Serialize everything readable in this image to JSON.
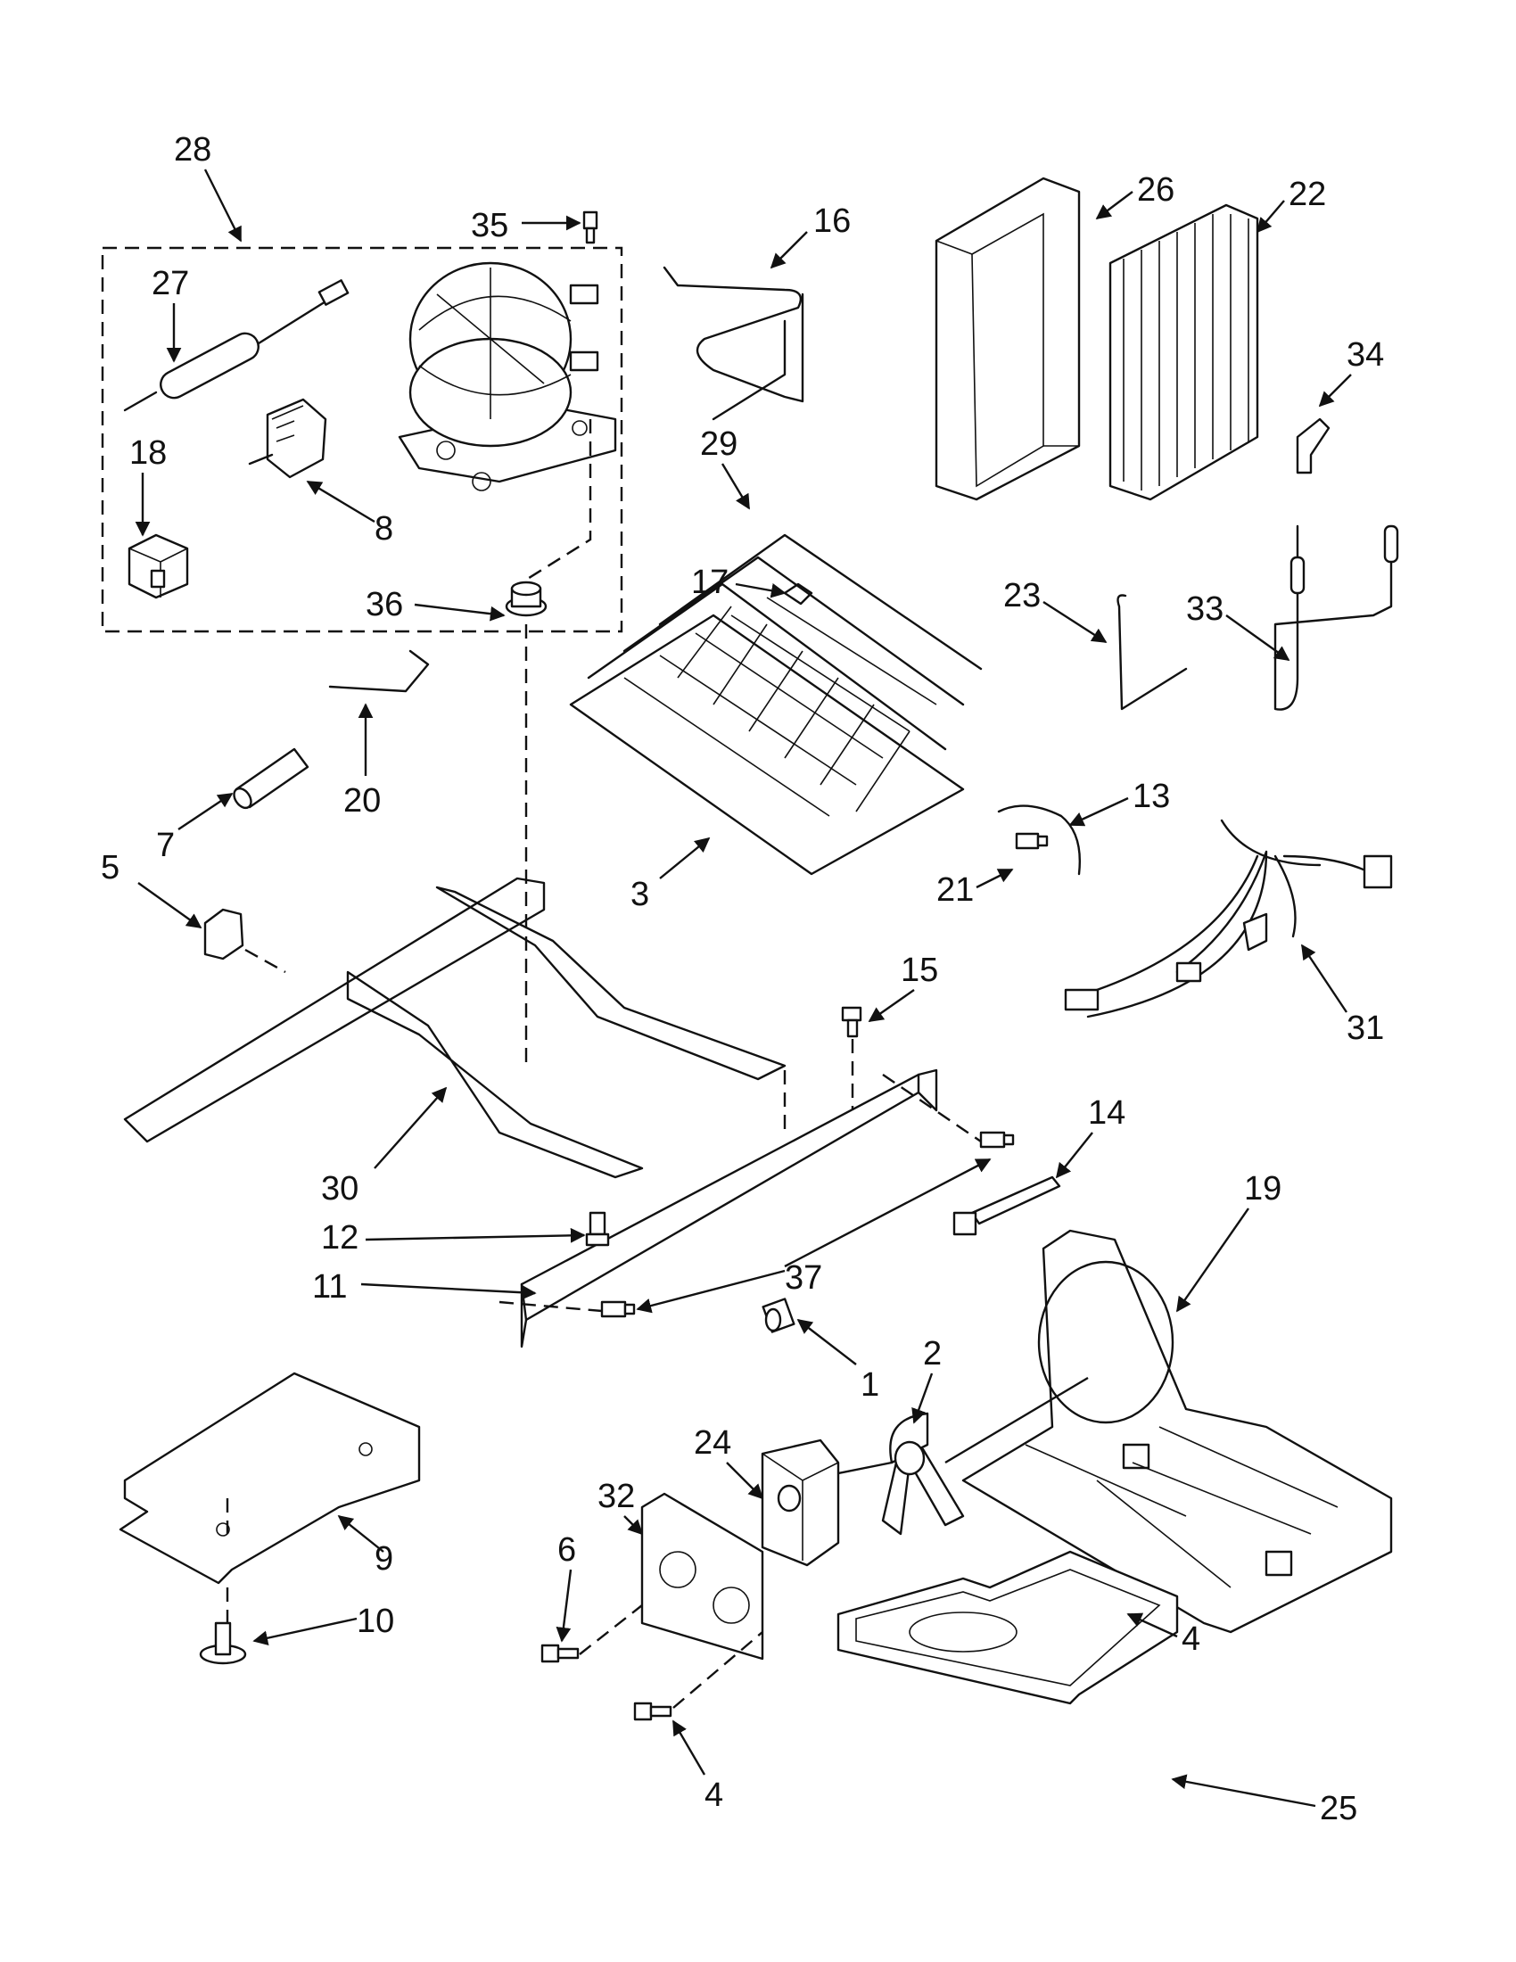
{
  "callouts": [
    {
      "id": "c28",
      "label": "28"
    },
    {
      "id": "c35",
      "label": "35"
    },
    {
      "id": "c16",
      "label": "16"
    },
    {
      "id": "c26",
      "label": "26"
    },
    {
      "id": "c22",
      "label": "22"
    },
    {
      "id": "c27",
      "label": "27"
    },
    {
      "id": "c34",
      "label": "34"
    },
    {
      "id": "c18",
      "label": "18"
    },
    {
      "id": "c29",
      "label": "29"
    },
    {
      "id": "c8",
      "label": "8"
    },
    {
      "id": "c17",
      "label": "17"
    },
    {
      "id": "c36",
      "label": "36"
    },
    {
      "id": "c23",
      "label": "23"
    },
    {
      "id": "c33",
      "label": "33"
    },
    {
      "id": "c20",
      "label": "20"
    },
    {
      "id": "c13",
      "label": "13"
    },
    {
      "id": "c7",
      "label": "7"
    },
    {
      "id": "c5",
      "label": "5"
    },
    {
      "id": "c21",
      "label": "21"
    },
    {
      "id": "c3",
      "label": "3"
    },
    {
      "id": "c15",
      "label": "15"
    },
    {
      "id": "c31",
      "label": "31"
    },
    {
      "id": "c14",
      "label": "14"
    },
    {
      "id": "c30",
      "label": "30"
    },
    {
      "id": "c19",
      "label": "19"
    },
    {
      "id": "c12",
      "label": "12"
    },
    {
      "id": "c37",
      "label": "37"
    },
    {
      "id": "c11",
      "label": "11"
    },
    {
      "id": "c2",
      "label": "2"
    },
    {
      "id": "c1",
      "label": "1"
    },
    {
      "id": "c24",
      "label": "24"
    },
    {
      "id": "c32",
      "label": "32"
    },
    {
      "id": "c9",
      "label": "9"
    },
    {
      "id": "c6",
      "label": "6"
    },
    {
      "id": "c10",
      "label": "10"
    },
    {
      "id": "c4a",
      "label": "4"
    },
    {
      "id": "c4b",
      "label": "4"
    },
    {
      "id": "c25",
      "label": "25"
    }
  ]
}
